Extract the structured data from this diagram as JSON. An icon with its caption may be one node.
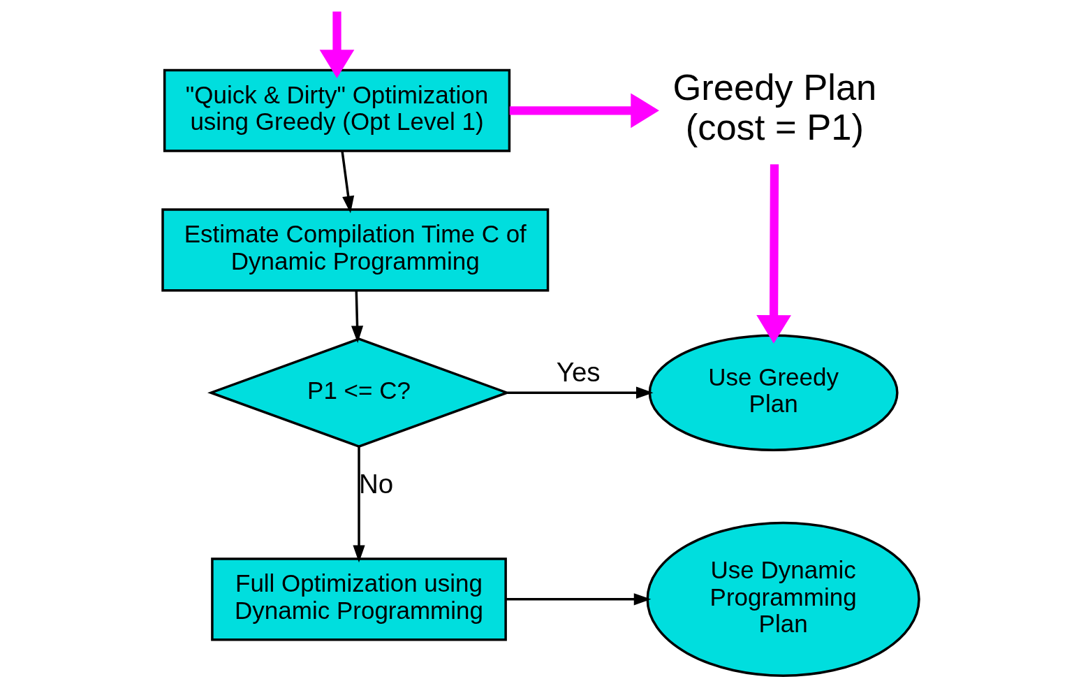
{
  "diagram": {
    "nodes": [
      {
        "text": [
          "\"Quick & Dirty\" Optimization using Greedy (Opt Level 1)"
        ]
      },
      {
        "text": [
          "Greedy Plan (cost = P1)"
        ]
      },
      {
        "text": [
          "Estimate Compilation Time C of Dynamic Programming"
        ]
      },
      {
        "text": [
          "P1 <= C?"
        ]
      },
      {
        "text": [
          "Use Greedy Plan"
        ]
      },
      {
        "text": [
          "Full Optimization using Dynamic Programming"
        ]
      },
      {
        "text": [
          "Use Dynamic Programming Plan"
        ]
      }
    ],
    "edges": [
      {
        "from": null,
        "to": 0,
        "arrow": "to",
        "style": "thick",
        "color": "#ff00ff"
      },
      {
        "from": 0,
        "to": 1,
        "arrow": "to",
        "style": "thick",
        "color": "#ff00ff"
      },
      {
        "from": 0,
        "to": 2,
        "arrow": "to"
      },
      {
        "from": 1,
        "to": 4,
        "arrow": "to",
        "style": "thick",
        "color": "#ff00ff"
      },
      {
        "from": 2,
        "to": 3,
        "arrow": "to"
      },
      {
        "from": 3,
        "to": 4,
        "arrow": "to",
        "label": "Yes"
      },
      {
        "from": 3,
        "to": 5,
        "arrow": "to",
        "label": "No"
      },
      {
        "from": 5,
        "to": 6,
        "arrow": "to"
      }
    ]
  }
}
